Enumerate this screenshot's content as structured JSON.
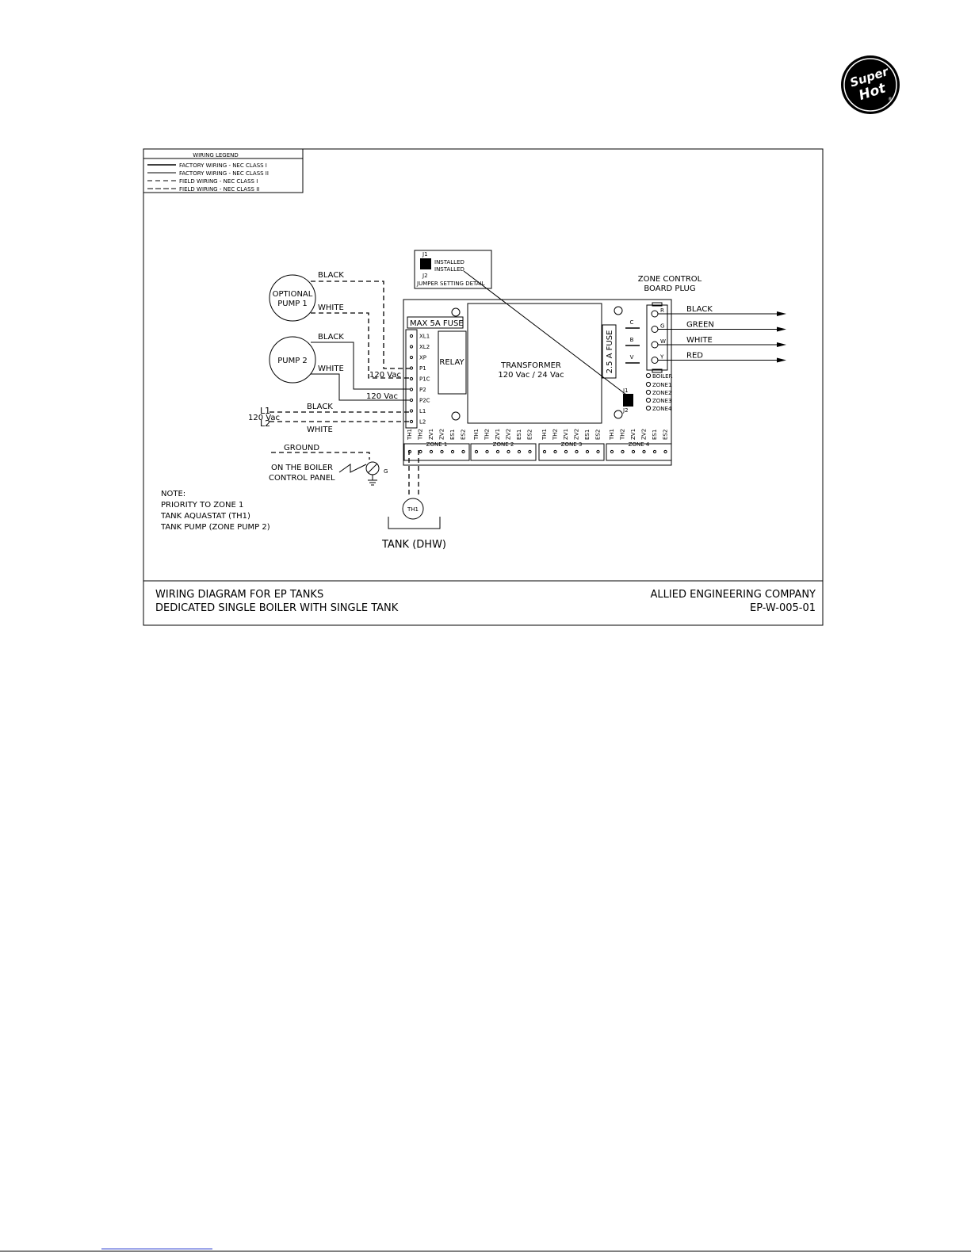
{
  "logo": {
    "text_line1": "Super",
    "text_line2": "Hot",
    "mark": "®"
  },
  "legend": {
    "title": "WIRING LEGEND",
    "items": [
      "FACTORY WIRING - NEC CLASS I",
      "FACTORY WIRING - NEC CLASS II",
      "FIELD WIRING - NEC CLASS I",
      "FIELD WIRING - NEC CLASS II"
    ]
  },
  "jumper_detail": {
    "j1": "J1",
    "j2": "J2",
    "installed_1": "INSTALLED",
    "installed_2": "INSTALLED",
    "caption": "JUMPER SETTING DETAIL"
  },
  "pumps": {
    "optional_pump_line1": "OPTIONAL",
    "optional_pump_line2": "PUMP 1",
    "pump2": "PUMP 2"
  },
  "wire_labels": {
    "black_1": "BLACK",
    "white_1": "WHITE",
    "black_2": "BLACK",
    "white_2": "WHITE",
    "vac_1": "120 Vac",
    "vac_2": "120 Vac",
    "l1": "L1",
    "l2": "L2",
    "vac_supply": "120 Vac",
    "black_3": "BLACK",
    "white_3": "WHITE",
    "ground": "GROUND",
    "boiler_panel_1": "ON THE BOILER",
    "boiler_panel_2": "CONTROL PANEL",
    "g": "G"
  },
  "board": {
    "fuse_label": "MAX 5A FUSE",
    "relay": "RELAY",
    "transformer_line1": "TRANSFORMER",
    "transformer_line2": "120 Vac / 24 Vac",
    "fuse_2_5": "2.5 A FUSE",
    "terminal_left": [
      "XL1",
      "XL2",
      "XP",
      "P1",
      "P1C",
      "P2",
      "P2C",
      "L1",
      "L2"
    ],
    "cbv": [
      "C",
      "B",
      "V"
    ],
    "indicators": [
      "BOILER",
      "ZONE1",
      "ZONE2",
      "ZONE3",
      "ZONE4"
    ],
    "jumper_j1": "J1",
    "jumper_j2": "J2",
    "bottom_terminals": [
      "TH1",
      "TH2",
      "ZV1",
      "ZV2",
      "ES1",
      "ES2"
    ],
    "zones": [
      "ZONE 1",
      "ZONE 2",
      "ZONE 3",
      "ZONE 4"
    ],
    "plug_letters": [
      "R",
      "G",
      "W",
      "Y"
    ]
  },
  "zone_plug": {
    "title_line1": "ZONE CONTROL",
    "title_line2": "BOARD PLUG",
    "wires": [
      "BLACK",
      "GREEN",
      "WHITE",
      "RED"
    ]
  },
  "tank": {
    "aquastat": "TH1",
    "label": "TANK (DHW)"
  },
  "notes": {
    "title": "NOTE:",
    "lines": [
      "PRIORITY TO ZONE 1",
      "TANK AQUASTAT (TH1)",
      "TANK PUMP (ZONE PUMP 2)"
    ]
  },
  "title_block": {
    "left_line1": "WIRING DIAGRAM FOR EP TANKS",
    "left_line2": "DEDICATED SINGLE BOILER WITH SINGLE TANK",
    "right_line1": "ALLIED ENGINEERING COMPANY",
    "right_line2": "EP-W-005-01"
  }
}
